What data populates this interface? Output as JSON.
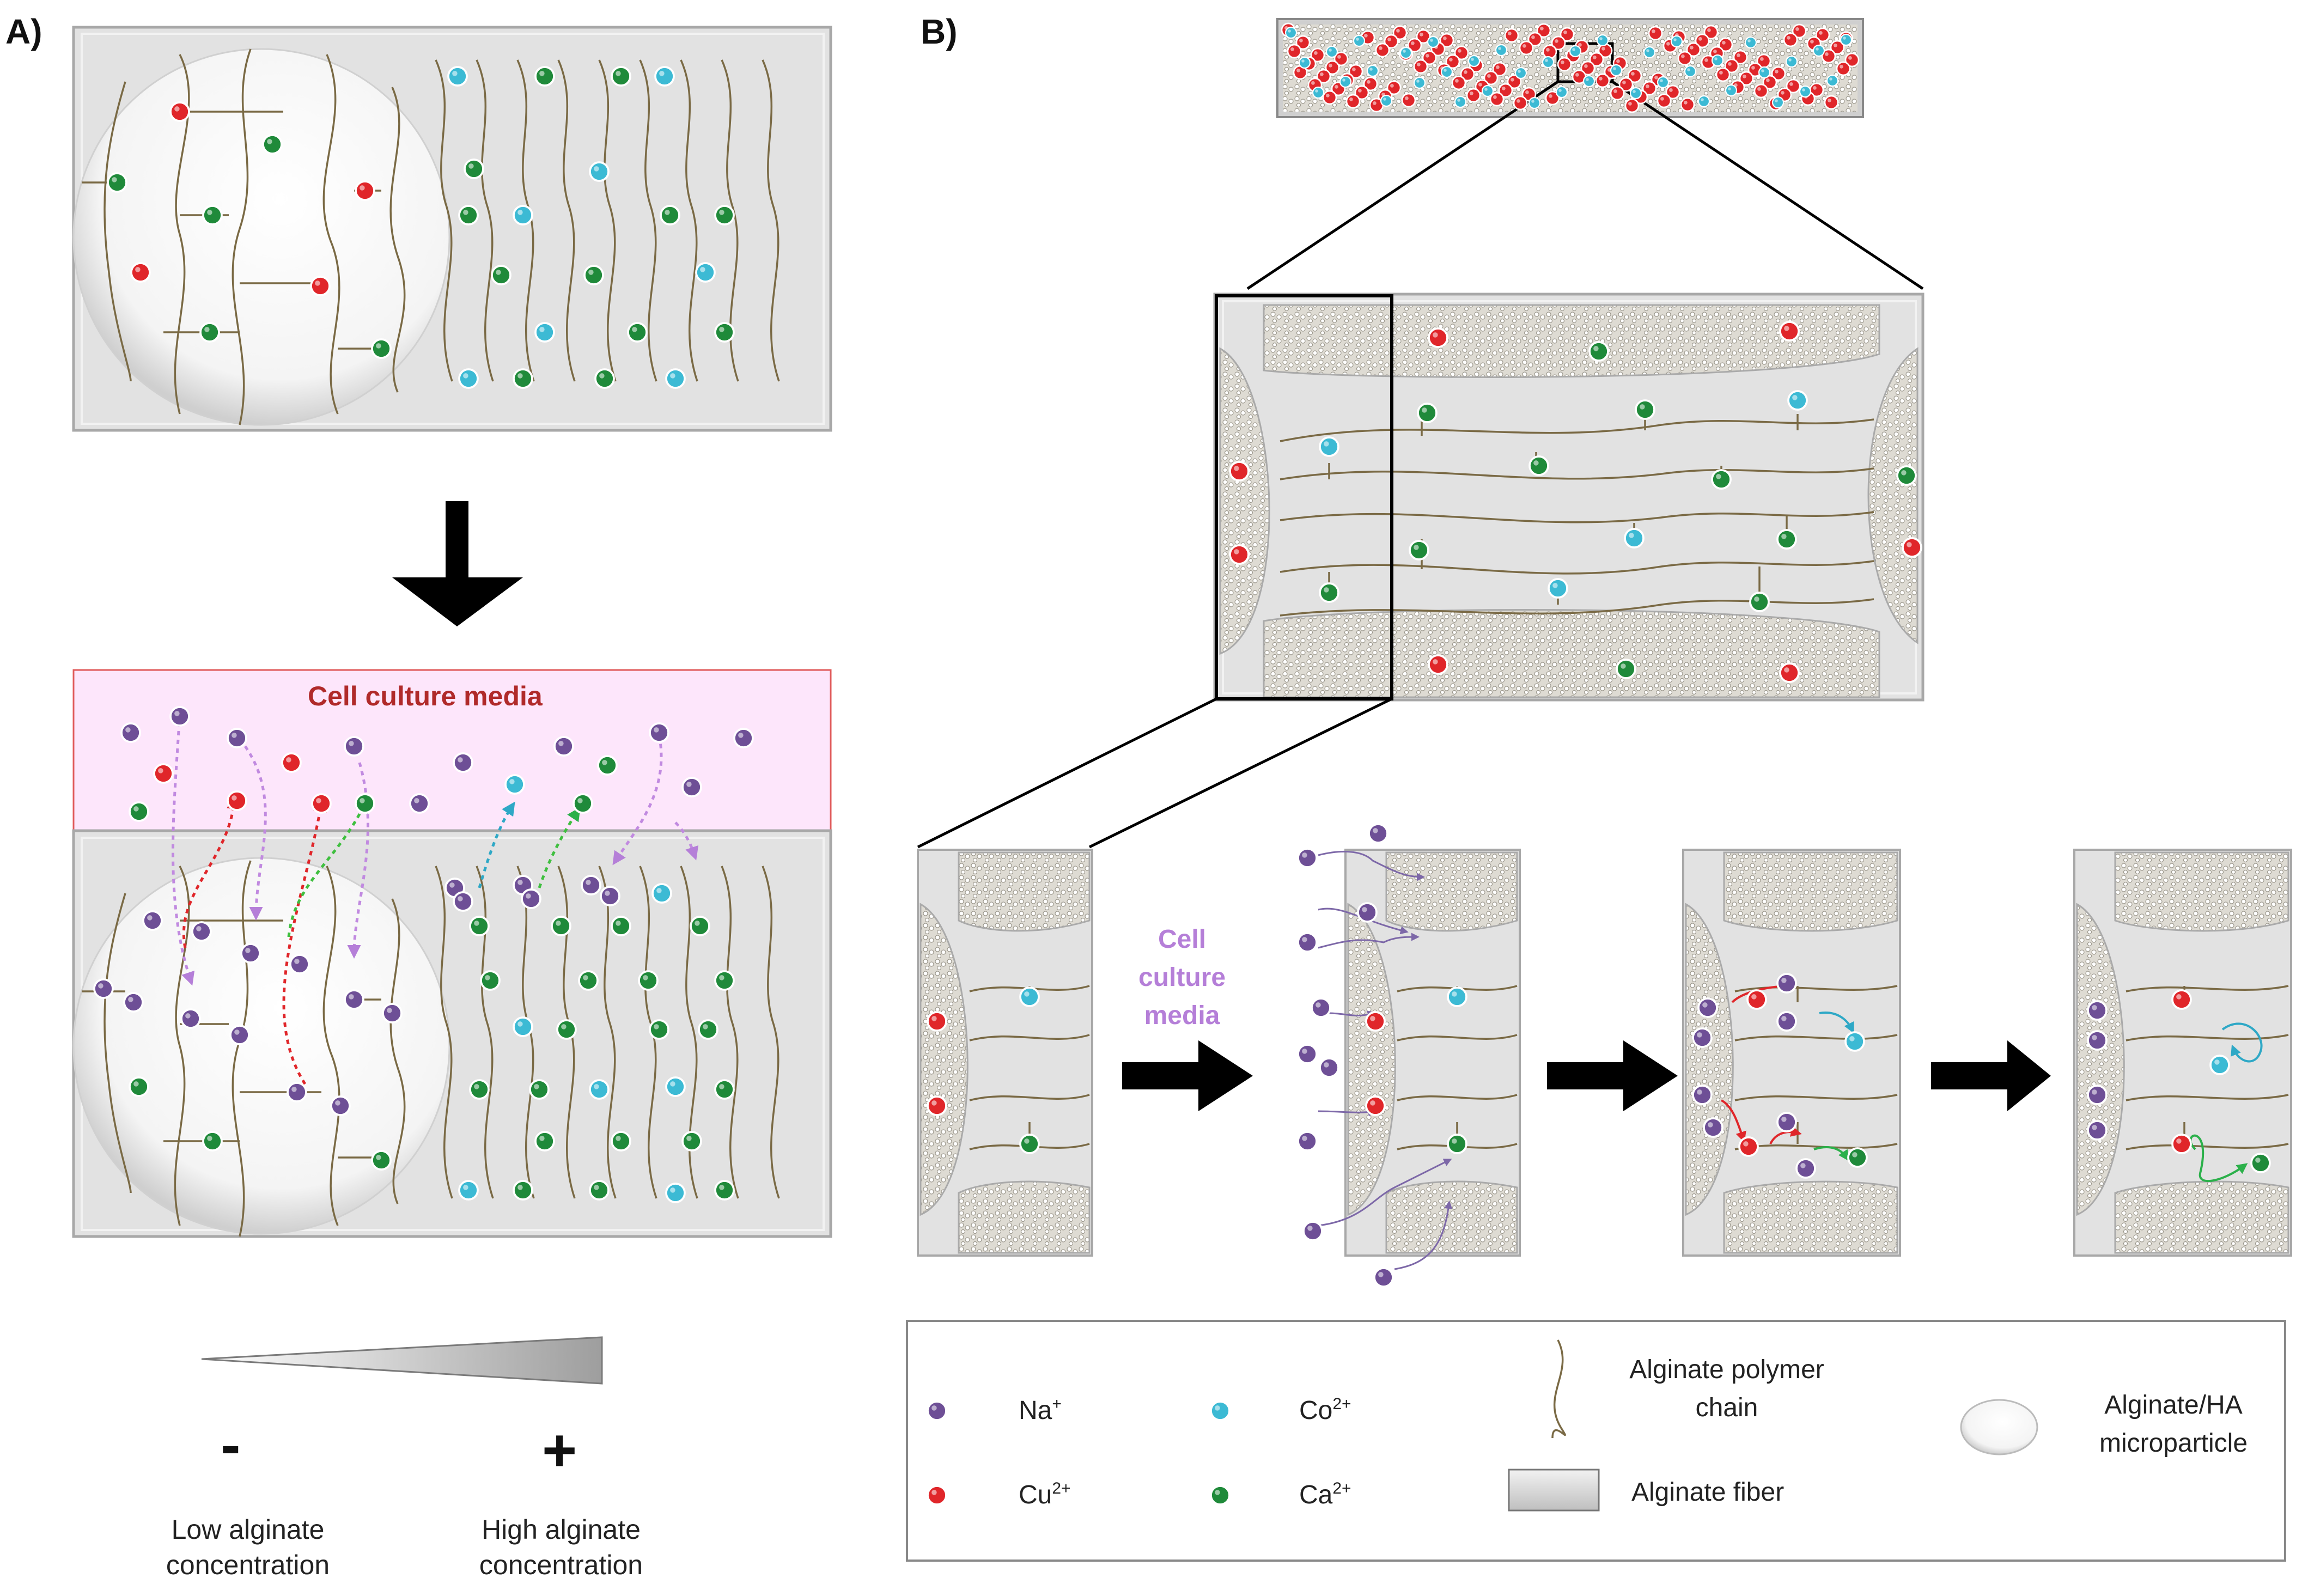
{
  "panels": {
    "a": "A)",
    "b": "B)"
  },
  "labels": {
    "cell_culture_media": "Cell culture  media",
    "cell_culture_media_lines": [
      "Cell",
      "culture",
      "media"
    ],
    "minus": "-",
    "plus": "+",
    "low": [
      "Low alginate",
      "concentration"
    ],
    "high": [
      "High alginate",
      "concentration"
    ]
  },
  "legend": {
    "na": {
      "text": "Na",
      "sup": "+"
    },
    "cu": {
      "text": "Cu",
      "sup": "2+"
    },
    "co": {
      "text": "Co",
      "sup": "2+"
    },
    "ca": {
      "text": "Ca",
      "sup": "2+"
    },
    "chain": [
      "Alginate polymer",
      "chain"
    ],
    "fiber": "Alginate fiber",
    "microparticle": [
      "Alginate/HA",
      "microparticle"
    ]
  },
  "colors": {
    "na": "#6e4f96",
    "cu": "#e0262a",
    "co": "#3cbad4",
    "ca": "#1f8a3a",
    "gel": "#e4e4e4",
    "media": "#fde6fb",
    "chain": "#7a6a45"
  }
}
